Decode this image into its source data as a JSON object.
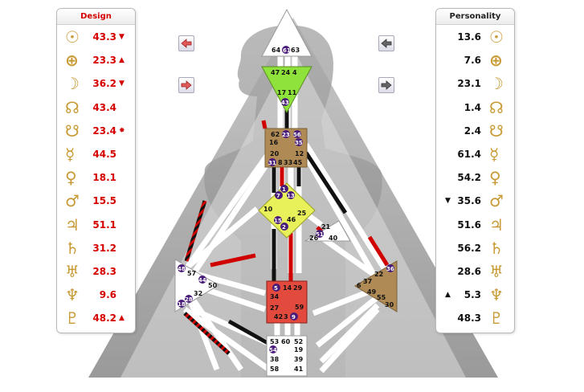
{
  "design": {
    "title": "Design",
    "rows": [
      {
        "planet": "sun-icon",
        "glyph": "☉",
        "value": "43.3",
        "mark": "▼"
      },
      {
        "planet": "earth-icon",
        "glyph": "⊕",
        "value": "23.3",
        "mark": "▲"
      },
      {
        "planet": "moon-icon",
        "glyph": "☽",
        "value": "36.2",
        "mark": "▼"
      },
      {
        "planet": "north-node-icon",
        "glyph": "☊",
        "value": "43.4",
        "mark": ""
      },
      {
        "planet": "south-node-icon",
        "glyph": "☋",
        "value": "23.4",
        "mark": "✸"
      },
      {
        "planet": "mercury-icon",
        "glyph": "☿",
        "value": "44.5",
        "mark": ""
      },
      {
        "planet": "venus-icon",
        "glyph": "♀",
        "value": "18.1",
        "mark": ""
      },
      {
        "planet": "mars-icon",
        "glyph": "♂",
        "value": "15.5",
        "mark": ""
      },
      {
        "planet": "jupiter-icon",
        "glyph": "♃",
        "value": "51.1",
        "mark": ""
      },
      {
        "planet": "saturn-icon",
        "glyph": "♄",
        "value": "31.2",
        "mark": ""
      },
      {
        "planet": "uranus-icon",
        "glyph": "♅",
        "value": "28.3",
        "mark": ""
      },
      {
        "planet": "neptune-icon",
        "glyph": "♆",
        "value": "9.6",
        "mark": ""
      },
      {
        "planet": "pluto-icon",
        "glyph": "♇",
        "value": "48.2",
        "mark": "▲"
      }
    ]
  },
  "personality": {
    "title": "Personality",
    "rows": [
      {
        "planet": "sun-icon",
        "glyph": "☉",
        "value": "13.6",
        "mark": ""
      },
      {
        "planet": "earth-icon",
        "glyph": "⊕",
        "value": "7.6",
        "mark": ""
      },
      {
        "planet": "moon-icon",
        "glyph": "☽",
        "value": "23.1",
        "mark": ""
      },
      {
        "planet": "north-node-icon",
        "glyph": "☊",
        "value": "1.4",
        "mark": ""
      },
      {
        "planet": "south-node-icon",
        "glyph": "☋",
        "value": "2.4",
        "mark": ""
      },
      {
        "planet": "mercury-icon",
        "glyph": "☿",
        "value": "61.4",
        "mark": ""
      },
      {
        "planet": "venus-icon",
        "glyph": "♀",
        "value": "54.2",
        "mark": ""
      },
      {
        "planet": "mars-icon",
        "glyph": "♂",
        "value": "35.6",
        "mark": "▼"
      },
      {
        "planet": "jupiter-icon",
        "glyph": "♃",
        "value": "51.6",
        "mark": ""
      },
      {
        "planet": "saturn-icon",
        "glyph": "♄",
        "value": "56.2",
        "mark": ""
      },
      {
        "planet": "uranus-icon",
        "glyph": "♅",
        "value": "28.6",
        "mark": ""
      },
      {
        "planet": "neptune-icon",
        "glyph": "♆",
        "value": "5.3",
        "mark": "▲"
      },
      {
        "planet": "pluto-icon",
        "glyph": "♇",
        "value": "48.3",
        "mark": ""
      }
    ]
  },
  "nav": {
    "design_prev": "arrow-left-icon",
    "design_next": "arrow-right-icon",
    "personality_prev": "arrow-left-icon",
    "personality_next": "arrow-right-icon"
  },
  "colors": {
    "design_red": "#d50000",
    "planet_gold": "#c79a34",
    "head_center": "#ffffff",
    "ajna_center": "#8fe23c",
    "throat_center": "#b08a55",
    "g_center": "#e8f15a",
    "sacral_center": "#e24a3e",
    "solar_plexus_center": "#b08a55",
    "gate_badge": "#4a1c7a"
  },
  "centers": {
    "head": {
      "gates": [
        "64",
        "61",
        "63"
      ]
    },
    "ajna": {
      "gates": [
        "47",
        "24",
        "4",
        "17",
        "11",
        "43"
      ]
    },
    "throat": {
      "gates": [
        "62",
        "23",
        "56",
        "16",
        "35",
        "20",
        "31",
        "8",
        "33",
        "12",
        "45"
      ]
    },
    "g": {
      "gates": [
        "1",
        "7",
        "13",
        "10",
        "25",
        "15",
        "46",
        "2"
      ]
    },
    "ego": {
      "gates": [
        "21",
        "51",
        "26",
        "40"
      ]
    },
    "spleen": {
      "gates": [
        "48",
        "57",
        "44",
        "50",
        "32",
        "28",
        "18"
      ]
    },
    "solar_plexus": {
      "gates": [
        "36",
        "22",
        "6",
        "37",
        "49",
        "55",
        "30"
      ]
    },
    "sacral": {
      "gates": [
        "5",
        "14",
        "29",
        "34",
        "27",
        "59",
        "42",
        "3",
        "9"
      ]
    },
    "root": {
      "gates": [
        "53",
        "60",
        "52",
        "54",
        "19",
        "38",
        "39",
        "58",
        "41"
      ]
    }
  }
}
